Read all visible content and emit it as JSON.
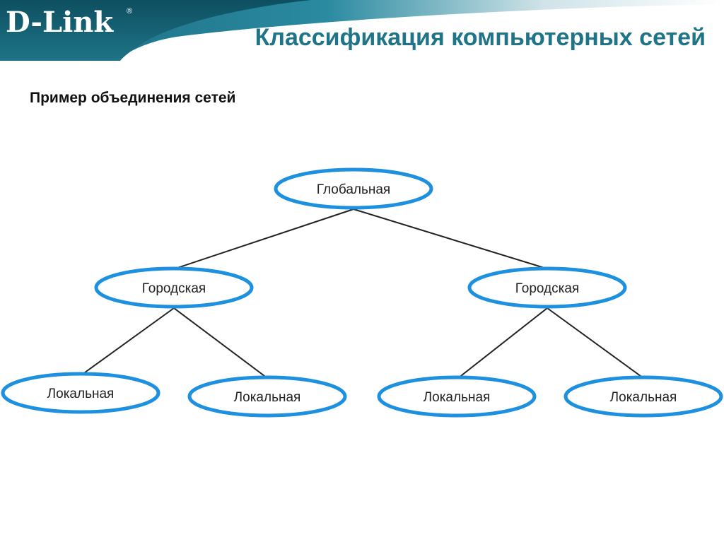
{
  "logo": {
    "text": "D-Link",
    "registered": "®"
  },
  "slide": {
    "title": "Классификация компьютерных сетей",
    "subtitle": "Пример объединения сетей"
  },
  "colors": {
    "header_teal": "#1f7487",
    "ellipse_border": "#1e90e0",
    "edge": "#222222"
  },
  "diagram": {
    "nodes": {
      "global": "Глобальная",
      "city_left": "Городская",
      "city_right": "Городская",
      "local_1": "Локальная",
      "local_2": "Локальная",
      "local_3": "Локальная",
      "local_4": "Локальная"
    }
  }
}
